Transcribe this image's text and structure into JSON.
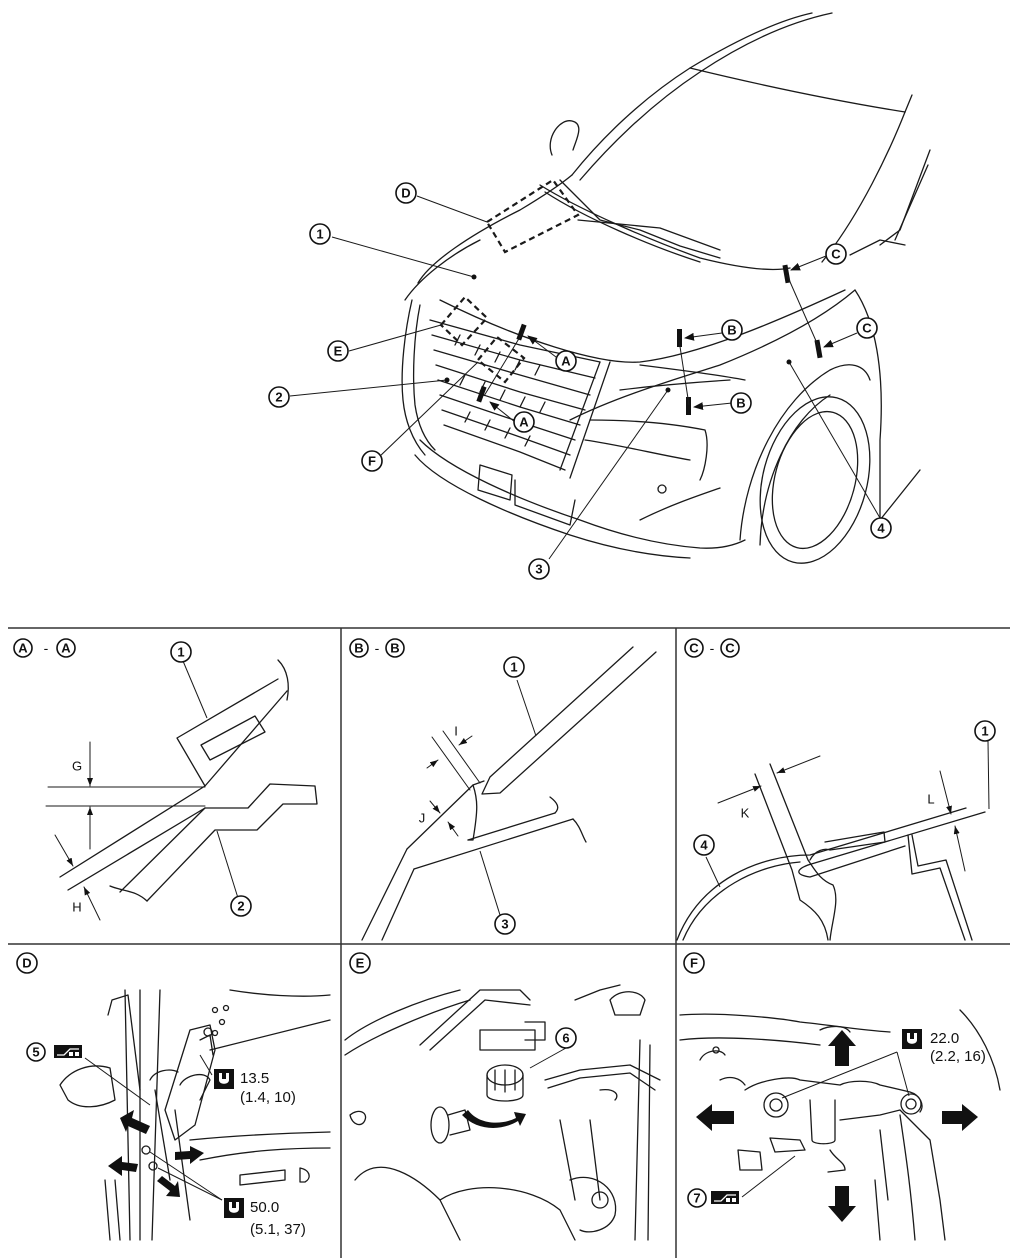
{
  "main_view": {
    "callouts": [
      {
        "id": "1",
        "label": "1",
        "meaning": "hood"
      },
      {
        "id": "2",
        "label": "2",
        "meaning": "front grille"
      },
      {
        "id": "3",
        "label": "3",
        "meaning": "front bumper"
      },
      {
        "id": "4",
        "label": "4",
        "meaning": "front fender"
      }
    ],
    "detail_refs": {
      "D": "D",
      "E": "E",
      "F": "F"
    },
    "section_refs": {
      "A": "A",
      "B": "B",
      "C": "C"
    }
  },
  "panels": {
    "aa": {
      "title_left": "A",
      "title_sep": "-",
      "title_right": "A",
      "callouts": [
        "1",
        "2"
      ],
      "dims": [
        "G",
        "H"
      ]
    },
    "bb": {
      "title_left": "B",
      "title_sep": "-",
      "title_right": "B",
      "callouts": [
        "1",
        "3"
      ],
      "dims": [
        "I",
        "J"
      ]
    },
    "cc": {
      "title_left": "C",
      "title_sep": "-",
      "title_right": "C",
      "callouts": [
        "1",
        "4"
      ],
      "dims": [
        "K",
        "L"
      ]
    },
    "d": {
      "title": "D",
      "part_callout": "5",
      "part_icon": "connector-disconnect-icon",
      "torques": [
        {
          "value": "13.5",
          "alt": "(1.4, 10)"
        },
        {
          "value": "50.0",
          "alt": "(5.1, 37)"
        }
      ]
    },
    "e": {
      "title": "E",
      "part_callout": "6"
    },
    "f": {
      "title": "F",
      "part_callout": "7",
      "part_icon": "connector-disconnect-icon",
      "torques": [
        {
          "value": "22.0",
          "alt": "(2.2, 16)"
        }
      ]
    }
  },
  "colors": {
    "ink": "#111111",
    "background": "#ffffff",
    "divider": "#333333"
  }
}
